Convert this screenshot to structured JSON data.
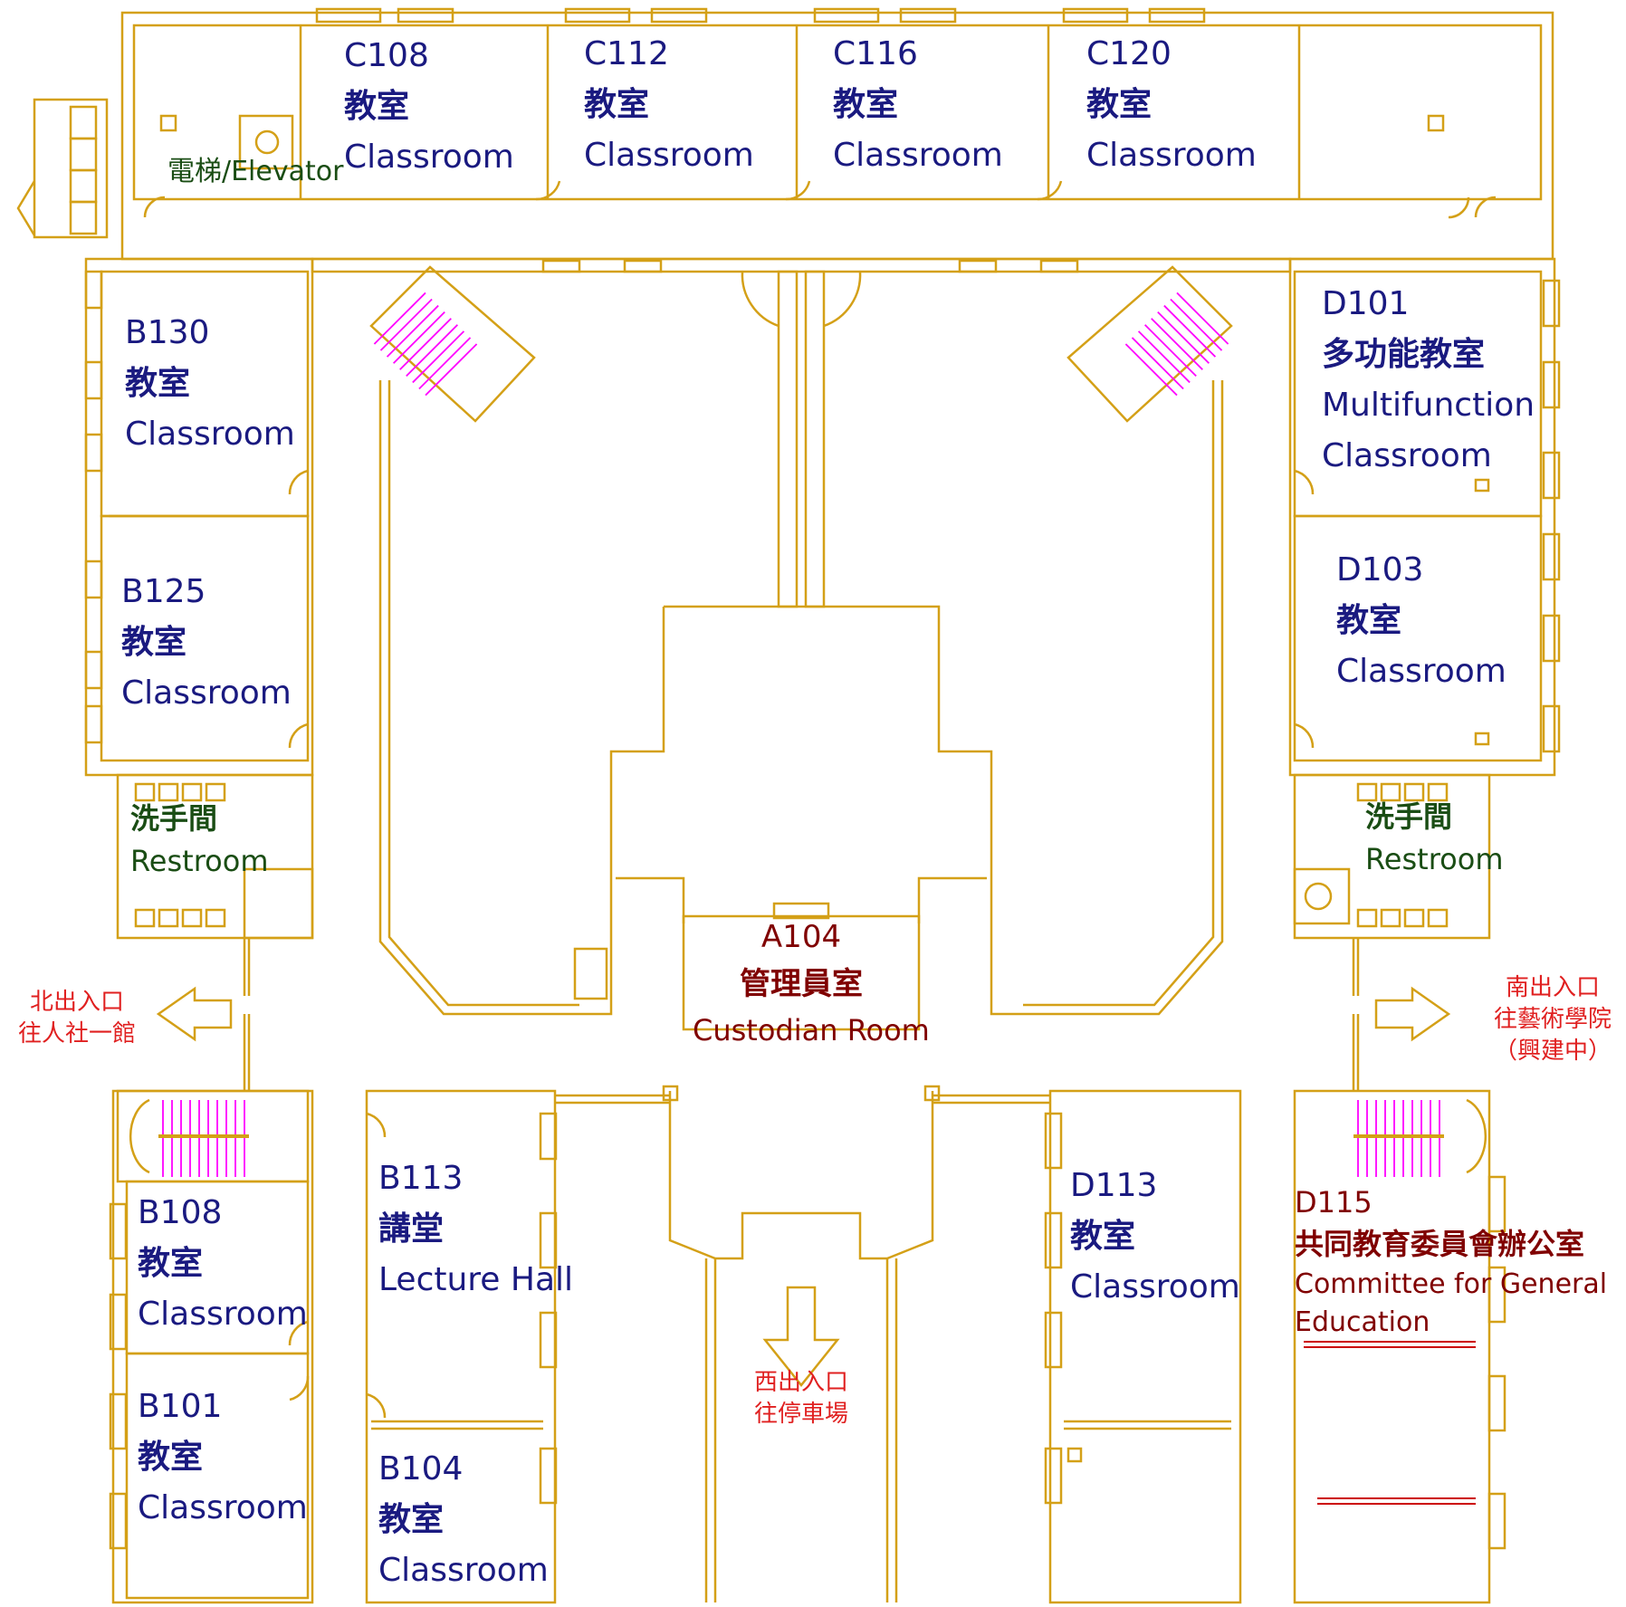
{
  "colors": {
    "wall": "#D4A017",
    "stair": "#FF00FF",
    "room_text": "#1a1a80",
    "office_text": "#800000",
    "facility_text": "#1a4d14",
    "exit_text": "#e02020",
    "marker": "#cc0000"
  },
  "rooms": {
    "c108": {
      "code": "C108",
      "zh": "教室",
      "en": "Classroom"
    },
    "c112": {
      "code": "C112",
      "zh": "教室",
      "en": "Classroom"
    },
    "c116": {
      "code": "C116",
      "zh": "教室",
      "en": "Classroom"
    },
    "c120": {
      "code": "C120",
      "zh": "教室",
      "en": "Classroom"
    },
    "b130": {
      "code": "B130",
      "zh": "教室",
      "en": "Classroom"
    },
    "b125": {
      "code": "B125",
      "zh": "教室",
      "en": "Classroom"
    },
    "d101": {
      "code": "D101",
      "zh": "多功能教室",
      "en1": "Multifunction",
      "en2": "Classroom"
    },
    "d103": {
      "code": "D103",
      "zh": "教室",
      "en": "Classroom"
    },
    "b108": {
      "code": "B108",
      "zh": "教室",
      "en": "Classroom"
    },
    "b101": {
      "code": "B101",
      "zh": "教室",
      "en": "Classroom"
    },
    "b113": {
      "code": "B113",
      "zh": "講堂",
      "en": "Lecture Hall"
    },
    "b104": {
      "code": "B104",
      "zh": "教室",
      "en": "Classroom"
    },
    "d113": {
      "code": "D113",
      "zh": "教室",
      "en": "Classroom"
    },
    "d115": {
      "code": "D115",
      "zh": "共同教育委員會辦公室",
      "en1": "Committee for General",
      "en2": "Education"
    },
    "a104": {
      "code": "A104",
      "zh": "管理員室",
      "en": "Custodian Room"
    }
  },
  "facilities": {
    "elevator": "電梯/Elevator",
    "restroom_left_zh": "洗手間",
    "restroom_left_en": "Restroom",
    "restroom_right_zh": "洗手間",
    "restroom_right_en": "Restroom"
  },
  "exits": {
    "north": {
      "line1": "北出入口",
      "line2": "往人社一館"
    },
    "south": {
      "line1": "南出入口",
      "line2": "往藝術學院",
      "line3": "（興建中）"
    },
    "west": {
      "line1": "西出入口",
      "line2": "往停車場"
    }
  }
}
